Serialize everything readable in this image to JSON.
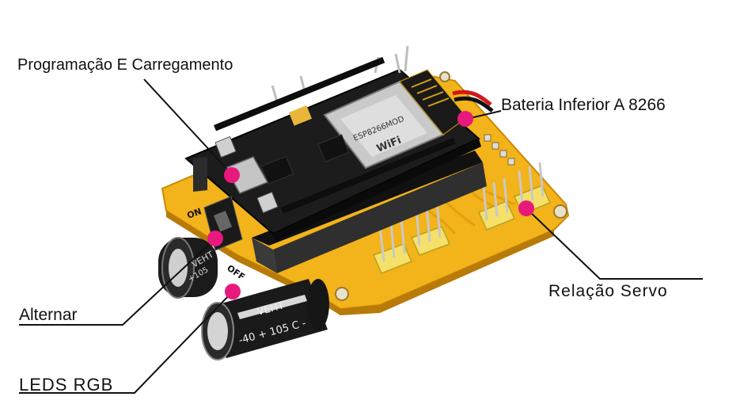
{
  "labels": {
    "programming": "Programação E Carregamento",
    "battery": "Bateria Inferior A 8266",
    "servo": "Relação Servo",
    "switch": "Alternar",
    "leds": "LEDS RGB"
  },
  "board_markings": {
    "on": "ON",
    "off": "OFF",
    "wifi": "WiFi",
    "module": "ESP8266MOD",
    "cap_brand": "VEHT",
    "cap_rating": "-40 + 105 C -",
    "cap_brand_back": "VEHT",
    "cap_rating_back": "+105"
  },
  "colors": {
    "marker": "#e8197d",
    "pcb_base": "#f3b31a",
    "pcb_module": "#1c1c1c",
    "leader_line": "#111111"
  }
}
